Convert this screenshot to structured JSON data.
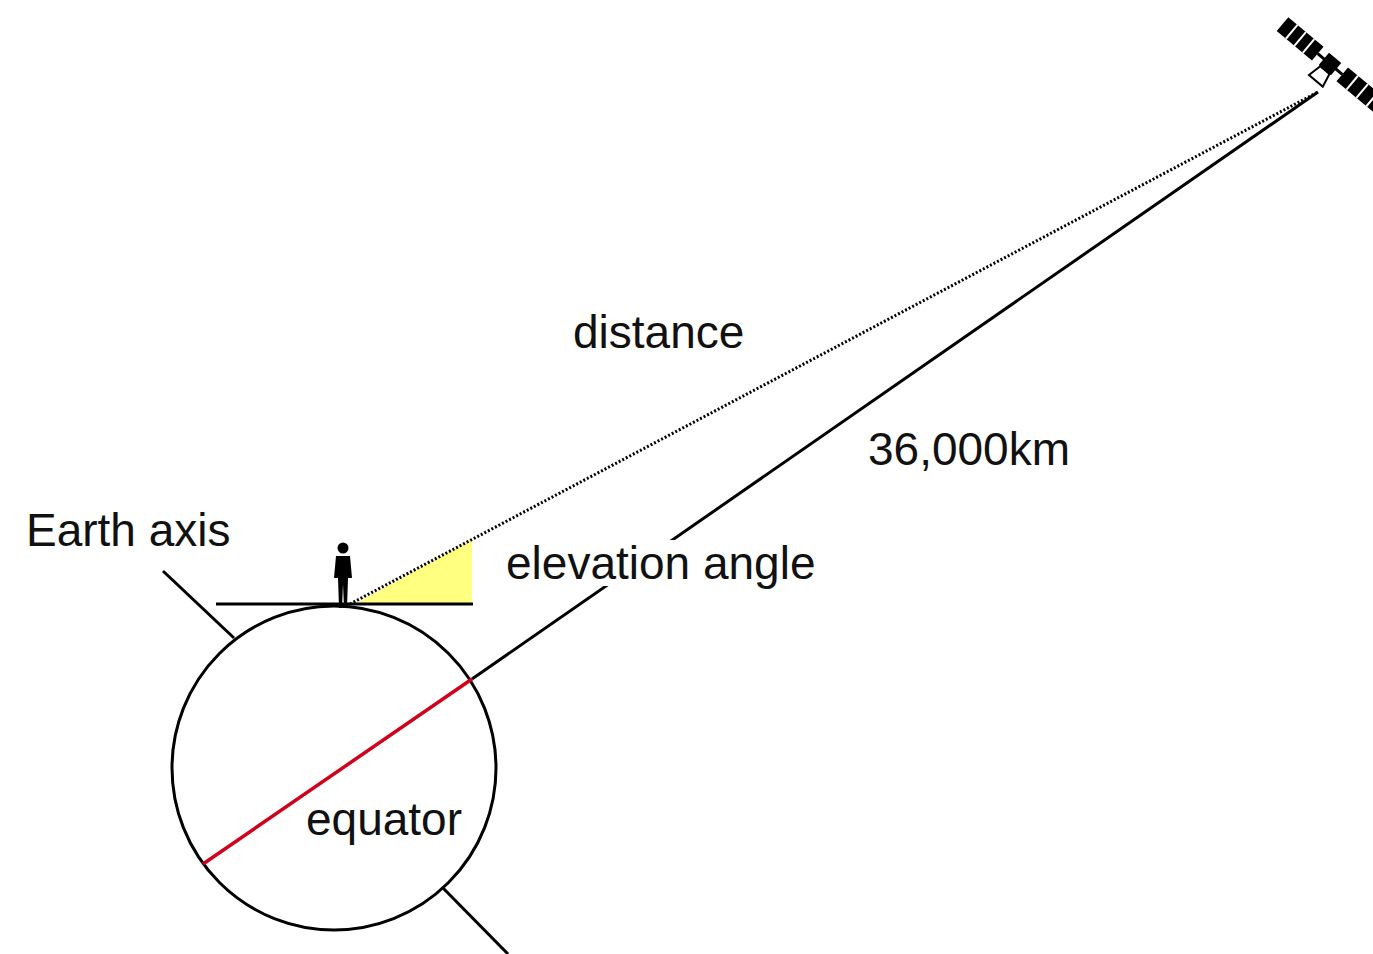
{
  "diagram": {
    "labels": [
      "distance",
      "36,000km",
      "Earth axis",
      "elevation angle",
      "equator"
    ]
  }
}
